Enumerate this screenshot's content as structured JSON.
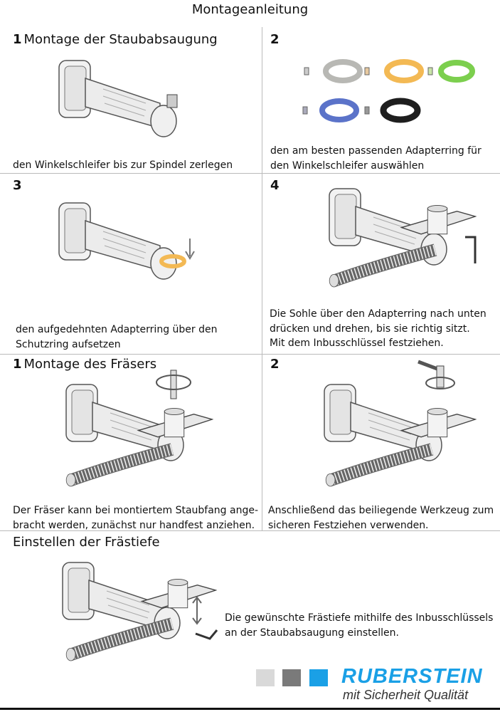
{
  "title": "Montageanleitung",
  "sections": {
    "dust_extraction": {
      "step1": {
        "number": "1",
        "heading": "Montage der Staubabsaugung",
        "caption": "den Winkelschleifer bis zur Spindel zerlegen"
      },
      "step2": {
        "number": "2",
        "caption_line1": "den am besten passenden Adapterring für",
        "caption_line2": "den Winkelschleifer auswählen",
        "ring_colors": [
          "#b8b8b4",
          "#f3b954",
          "#7ccf4e",
          "#5b73c9",
          "#1e1e1e"
        ]
      },
      "step3": {
        "number": "3",
        "caption_line1": "den aufgedehnten Adapterring über den",
        "caption_line2": "Schutzring aufsetzen"
      },
      "step4": {
        "number": "4",
        "caption_line1": "Die Sohle über den Adapterring nach unten",
        "caption_line2": "drücken und drehen, bis sie richtig sitzt.",
        "caption_line3": "Mit dem Inbusschlüssel festziehen."
      }
    },
    "cutter": {
      "step1": {
        "number": "1",
        "heading": "Montage des Fräsers",
        "caption_line1": "Der Fräser kann bei montiertem Staubfang ange-",
        "caption_line2": "bracht werden, zunächst nur handfest anziehen."
      },
      "step2": {
        "number": "2",
        "caption_line1": "Anschließend das beiliegende Werkzeug zum",
        "caption_line2": "sicheren Festziehen verwenden."
      }
    },
    "depth": {
      "heading": "Einstellen der Frästiefe",
      "caption_line1": "Die gewünschte Frästiefe mithilfe des Inbusschlüssels",
      "caption_line2": "an der Staubabsaugung einstellen."
    }
  },
  "logo": {
    "brand": "RUBERSTEIN",
    "slogan": "mit Sicherheit Qualität",
    "colors": [
      "#d9d9d9",
      "#7a7a7a",
      "#1aa0e6"
    ]
  }
}
